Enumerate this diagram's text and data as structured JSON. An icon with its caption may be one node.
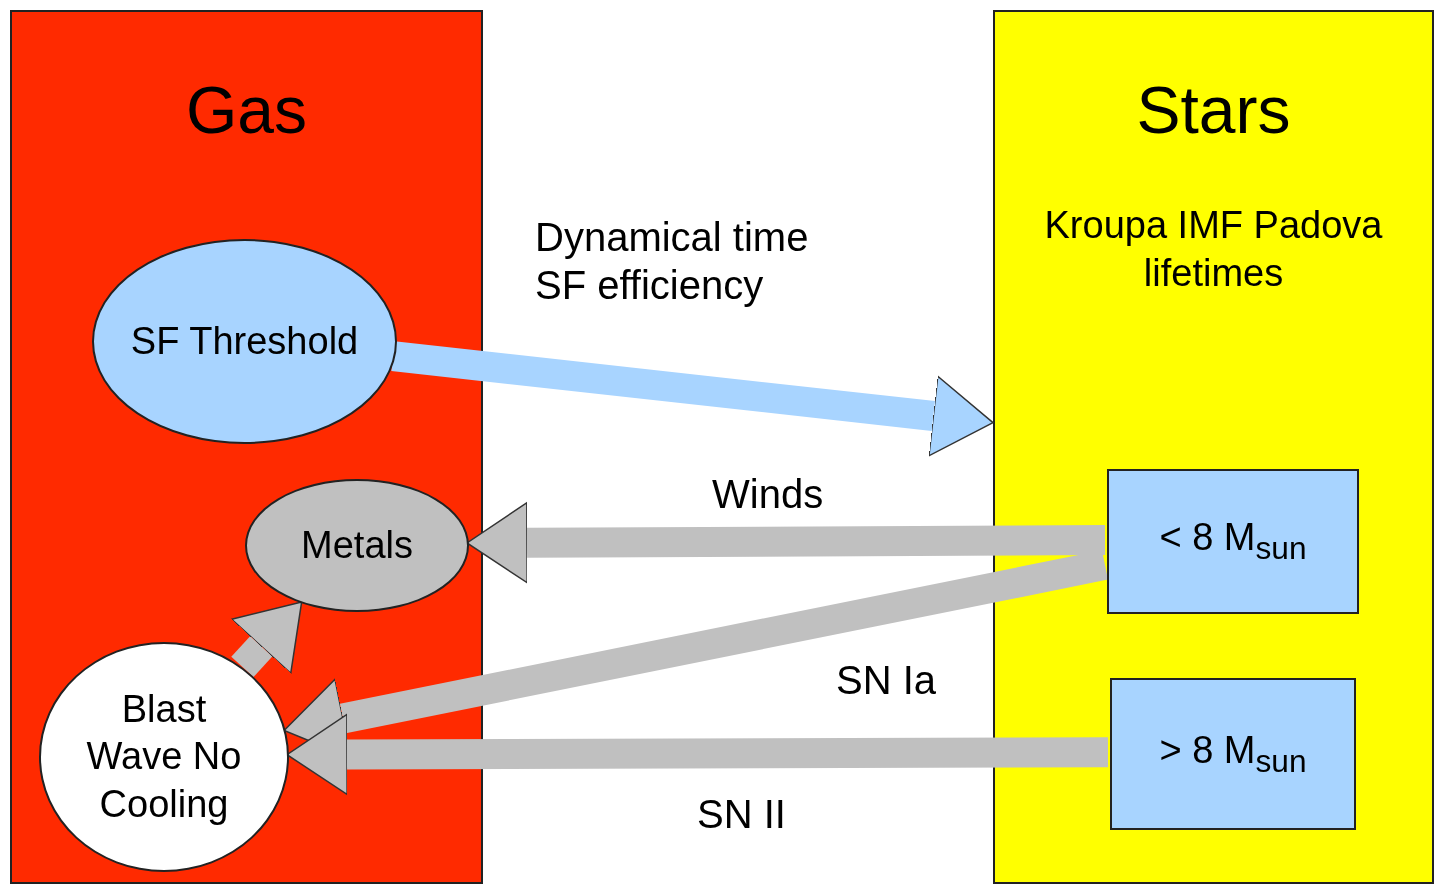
{
  "diagram": {
    "nodes": [
      {
        "text": [
          "Gas"
        ]
      },
      {
        "text": [
          "SF Threshold"
        ],
        "in": 0
      },
      {
        "text": [
          "Metals"
        ],
        "in": 0
      },
      {
        "text": [
          "Blast Wave No Cooling"
        ],
        "in": 0
      },
      {
        "text": [
          "Stars",
          "Kroupa IMF Padova lifetimes"
        ]
      },
      {
        "text": [
          "< 8 M$_{sun}$"
        ],
        "in": 4
      },
      {
        "text": [
          "> 8 M$_{sun}$"
        ],
        "in": 4
      }
    ],
    "edges": [
      {
        "from": 1,
        "to": 4,
        "arrow": "to",
        "label": "Dynamical time SF efficiency",
        "color": "#a8d4ff"
      },
      {
        "from": 5,
        "to": 2,
        "arrow": "to",
        "label": "Winds"
      },
      {
        "from": 5,
        "to": 3,
        "arrow": "to",
        "label": "SN Ia"
      },
      {
        "from": 6,
        "to": 3,
        "arrow": "to",
        "label": "SN II"
      },
      {
        "from": 3,
        "to": 2,
        "arrow": "to"
      }
    ]
  }
}
